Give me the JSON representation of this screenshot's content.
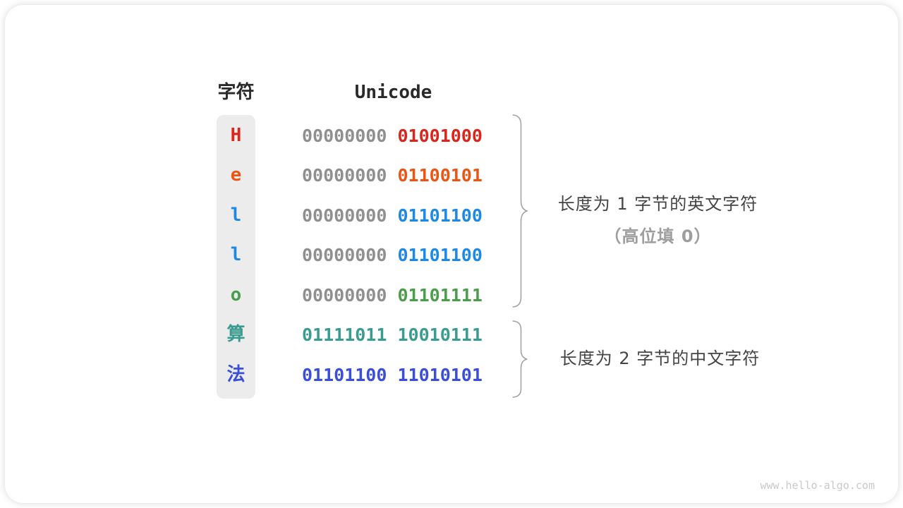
{
  "headers": {
    "char": "字符",
    "unicode": "Unicode"
  },
  "rows": [
    {
      "char": "H",
      "color": "#da251c",
      "byte1": "00000000",
      "byte1_color": "#8f8f8f",
      "byte2": "01001000",
      "byte2_color": "#da251c"
    },
    {
      "char": "e",
      "color": "#ec5414",
      "byte1": "00000000",
      "byte1_color": "#8f8f8f",
      "byte2": "01100101",
      "byte2_color": "#ec5414"
    },
    {
      "char": "l",
      "color": "#1e88e5",
      "byte1": "00000000",
      "byte1_color": "#8f8f8f",
      "byte2": "01101100",
      "byte2_color": "#1e88e5"
    },
    {
      "char": "l",
      "color": "#1e88e5",
      "byte1": "00000000",
      "byte1_color": "#8f8f8f",
      "byte2": "01101100",
      "byte2_color": "#1e88e5"
    },
    {
      "char": "o",
      "color": "#4a9e4b",
      "byte1": "00000000",
      "byte1_color": "#8f8f8f",
      "byte2": "01101111",
      "byte2_color": "#4a9e4b"
    },
    {
      "char": "算",
      "color": "#3a9c90",
      "byte1": "01111011",
      "byte1_color": "#3a9c90",
      "byte2": "10010111",
      "byte2_color": "#3a9c90"
    },
    {
      "char": "法",
      "color": "#3b4ed8",
      "byte1": "01101100",
      "byte1_color": "#3b4ed8",
      "byte2": "11010101",
      "byte2_color": "#3b4ed8"
    }
  ],
  "annotations": {
    "english": {
      "line1": "长度为 1 字节的英文字符",
      "line2": "（高位填 0）"
    },
    "chinese": {
      "line1": "长度为 2 字节的中文字符"
    }
  },
  "watermark": "www.hello-algo.com",
  "palette": {
    "column_bg": "#ececec",
    "gray_zero": "#8f8f8f",
    "brace": "#a3a3a3",
    "label_dark": "#444444",
    "label_gray": "#9e9e9e",
    "watermark_gray": "#c9c9c9"
  }
}
